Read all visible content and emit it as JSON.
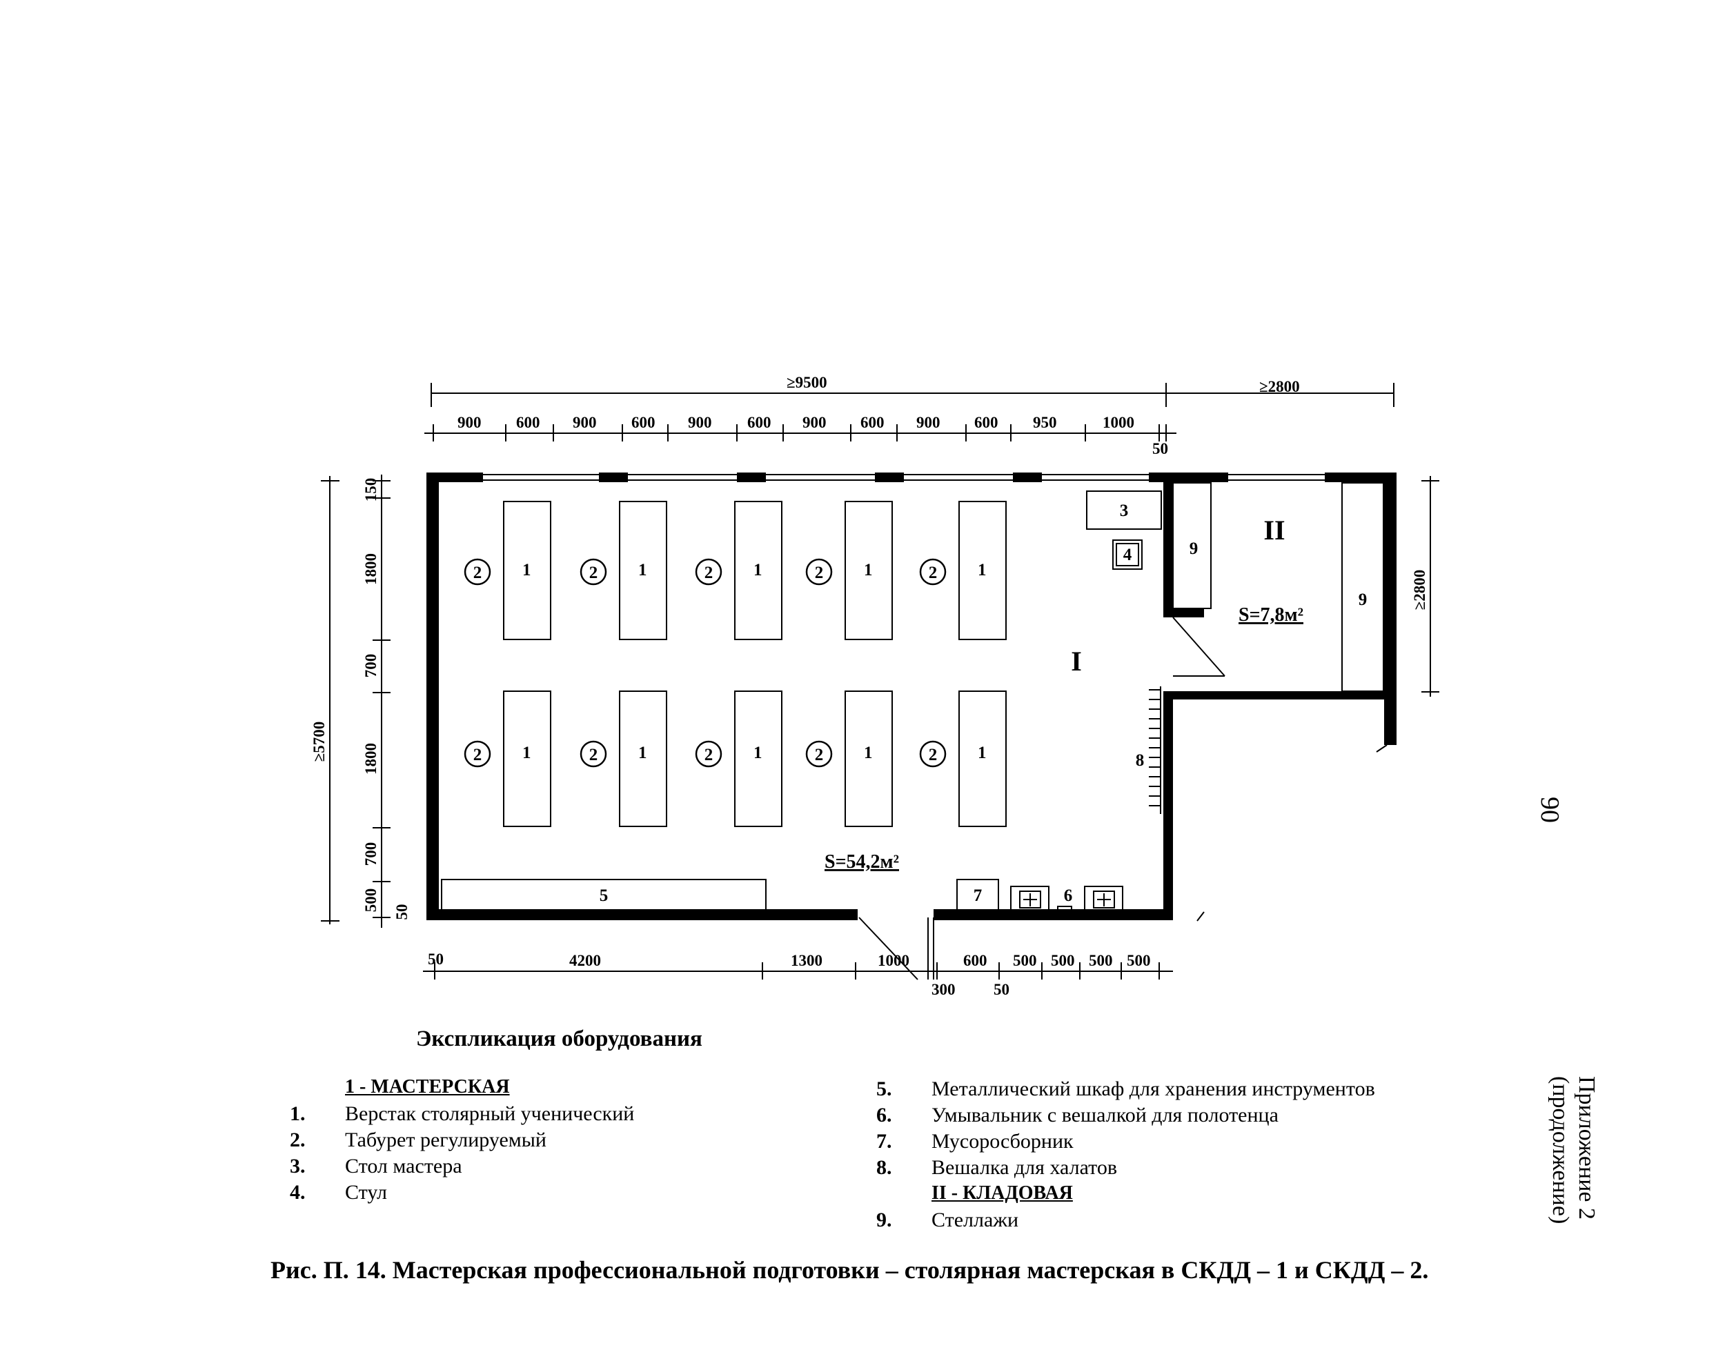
{
  "dimensions": {
    "top_total": "≥9500",
    "top_store": "≥2800",
    "top_segments": [
      "900",
      "600",
      "900",
      "600",
      "900",
      "600",
      "900",
      "600",
      "900",
      "600",
      "950",
      "1000"
    ],
    "top_small": "50",
    "left_total": "≥5700",
    "left_segments": [
      "150",
      "1800",
      "700",
      "1800",
      "700",
      "500"
    ],
    "left_small": "50",
    "right_store": "≥2800",
    "bottom_segments": [
      "50",
      "4200",
      "1300",
      "1000",
      "600",
      "500",
      "500",
      "500",
      "500"
    ],
    "bottom_small": [
      "300",
      "50"
    ]
  },
  "plan": {
    "bench_label": "1",
    "stool_label": "2",
    "master_table": "3",
    "chair": "4",
    "tool_cabinet": "5",
    "washbasin": "6",
    "trash": "7",
    "coat_rack": "8",
    "shelving": "9",
    "room_1": "I",
    "room_2": "II",
    "area_1": "S=54,2м²",
    "area_2": "S=7,8м²"
  },
  "legend": {
    "title": "Экспликация оборудования",
    "section_1": "1 - МАСТЕРСКАЯ",
    "section_2": "II - КЛАДОВАЯ",
    "left_items": [
      {
        "num": "1.",
        "text": "Верстак столярный ученический"
      },
      {
        "num": "2.",
        "text": "Табурет регулируемый"
      },
      {
        "num": "3.",
        "text": "Стол мастера"
      },
      {
        "num": "4.",
        "text": "Стул"
      }
    ],
    "right_items": [
      {
        "num": "5.",
        "text": "Металлический шкаф для хранения инструментов"
      },
      {
        "num": "6.",
        "text": "Умывальник с вешалкой для полотенца"
      },
      {
        "num": "7.",
        "text": "Мусоросборник"
      },
      {
        "num": "8.",
        "text": "Вешалка для халатов"
      }
    ],
    "store_items": [
      {
        "num": "9.",
        "text": "Стеллажи"
      }
    ]
  },
  "caption": "Рис. П. 14.  Мастерская профессиональной подготовки – столярная мастерская в СКДД – 1 и СКДД – 2.",
  "side": {
    "page_number": "90",
    "appendix": "Приложение 2",
    "continuation": "(продолжение)"
  }
}
